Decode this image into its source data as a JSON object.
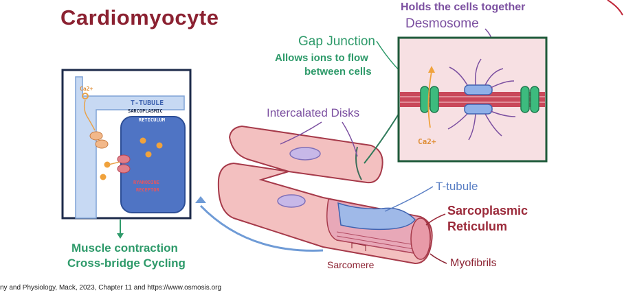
{
  "title": "Cardiomyocyte",
  "labels": {
    "holds_cells": "Holds the cells together",
    "desmosome": "Desmosome",
    "gap_junction": "Gap Junction",
    "allows_ions_1": "Allows ions to flow",
    "allows_ions_2": "between cells",
    "intercalated_disks": "Intercalated Disks",
    "t_tubule": "T-tubule",
    "sarcoplasmic_1": "Sarcoplasmic",
    "sarcoplasmic_2": "Reticulum",
    "sarcomere": "Sarcomere",
    "myofibrils": "Myofibrils",
    "muscle_contraction": "Muscle contraction",
    "cross_bridge": "Cross-bridge Cycling"
  },
  "inset_left": {
    "ca_label": "Ca2+",
    "t_tubule": "T-TUBULE",
    "sarco_1": "SARCOPLASMIC",
    "sarco_2": "RETICULUM",
    "ryanodine_1": "RYANODINE",
    "ryanodine_2": "RECEPTOR"
  },
  "inset_right": {
    "ca_label": "Ca2+"
  },
  "citation": "ny and Physiology, Mack, 2023, Chapter 11 and https://www.osmosis.org",
  "colors": {
    "title": "#8b2131",
    "purple": "#7b4fa0",
    "green": "#2e9a6a",
    "blue": "#5a7fc4",
    "muscle_pink": "#f0b8b8",
    "muscle_outline": "#a63a4a"
  }
}
